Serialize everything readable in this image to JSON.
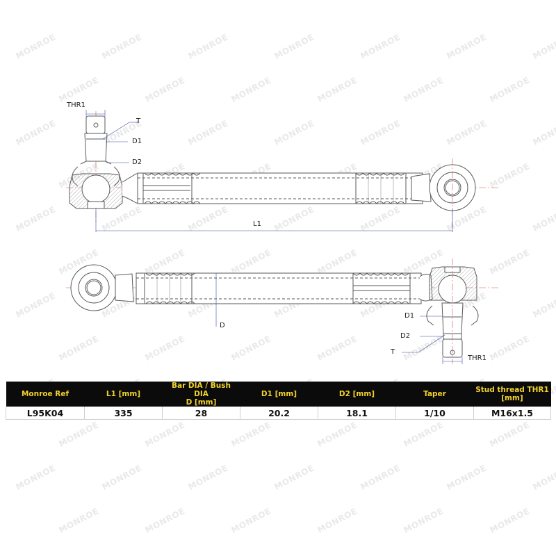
{
  "watermark": {
    "text": "MONROE",
    "color": "#e9e9e9"
  },
  "diagram": {
    "top_view": {
      "labels": {
        "thr1": "THR1",
        "t": "T",
        "d1": "D1",
        "d2": "D2",
        "l1": "L1"
      }
    },
    "bottom_view": {
      "labels": {
        "d": "D",
        "d1": "D1",
        "d2": "D2",
        "t": "T",
        "thr1": "THR1"
      }
    },
    "colors": {
      "line": "#5a5a5a",
      "dimension": "#3b4ea8",
      "centerline": "#d9534f",
      "hatch": "#9a9a9a"
    }
  },
  "spec_table": {
    "colors": {
      "header_bg": "#0b0b0b",
      "header_text": "#f2d22b",
      "cell_text": "#111111"
    },
    "headers": [
      {
        "line1": "Monroe Ref",
        "line2": ""
      },
      {
        "line1": "L1 [mm]",
        "line2": ""
      },
      {
        "line1": "Bar DIA / Bush DIA",
        "line2": "D [mm]"
      },
      {
        "line1": "D1 [mm]",
        "line2": ""
      },
      {
        "line1": "D2 [mm]",
        "line2": ""
      },
      {
        "line1": "Taper",
        "line2": ""
      },
      {
        "line1": "Stud thread THR1",
        "line2": "[mm]"
      }
    ],
    "rows": [
      [
        "L95K04",
        "335",
        "28",
        "20.2",
        "18.1",
        "1/10",
        "M16x1.5"
      ]
    ]
  }
}
